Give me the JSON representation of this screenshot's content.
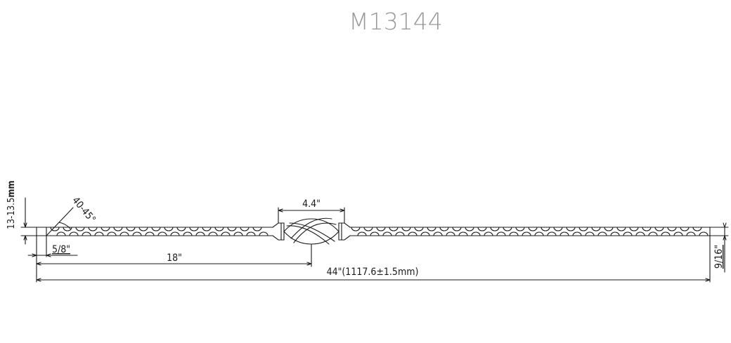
{
  "drawing": {
    "part_number": "M13144",
    "dimensions": {
      "overall_length": "44\"(1117.6±1.5mm)",
      "twist_offset": "18\"",
      "twist_length": "4.4\"",
      "end_length": "5/8\"",
      "diameter": "9/16\"",
      "end_angle": "40-45°",
      "end_diameter_prefix": "13-13.5",
      "end_diameter_unit": "mm"
    },
    "colors": {
      "line": "#1a1a1a",
      "title": "#9a9a9a"
    }
  }
}
